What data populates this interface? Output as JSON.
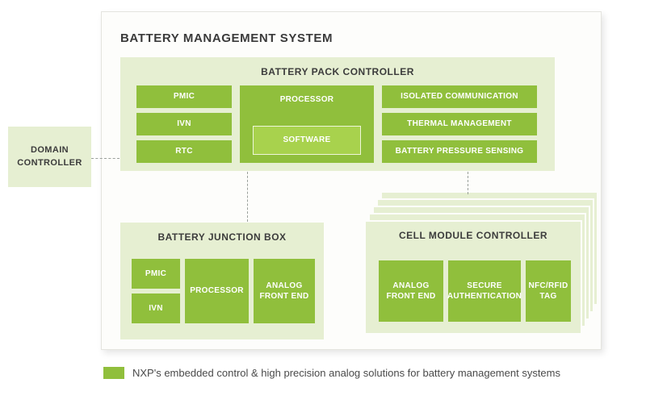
{
  "title": "BATTERY MANAGEMENT SYSTEM",
  "domain_controller": {
    "label": "DOMAIN CONTROLLER"
  },
  "bpc": {
    "title": "BATTERY PACK CONTROLLER",
    "left_blocks": [
      "PMIC",
      "IVN",
      "RTC"
    ],
    "processor_label": "PROCESSOR",
    "software_label": "SOFTWARE",
    "right_blocks": [
      "ISOLATED COMMUNICATION",
      "THERMAL MANAGEMENT",
      "BATTERY PRESSURE SENSING"
    ]
  },
  "bjb": {
    "title": "BATTERY JUNCTION BOX",
    "blocks": [
      "PMIC",
      "IVN",
      "PROCESSOR",
      "ANALOG FRONT END"
    ]
  },
  "cmc": {
    "title": "CELL MODULE CONTROLLER",
    "blocks": [
      "ANALOG FRONT END",
      "SECURE AUTHENTICATION",
      "NFC/RFID TAG"
    ]
  },
  "legend": {
    "text": "NXP's embedded control & high precision analog solutions for battery management systems"
  },
  "colors": {
    "block_green": "#90bf3c",
    "software_green": "#a8d24d",
    "panel_light_green": "#e6efd2",
    "title_text": "#3a3a3a"
  }
}
